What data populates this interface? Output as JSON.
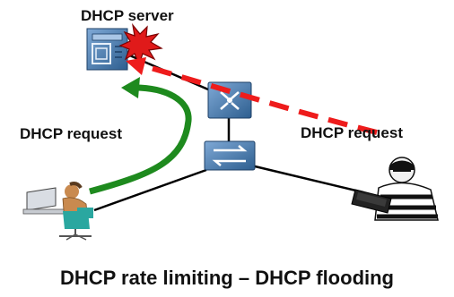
{
  "labels": {
    "server": "DHCP server",
    "request_left": "DHCP request",
    "request_right": "DHCP request",
    "caption": "DHCP rate limiting – DHCP flooding"
  },
  "colors": {
    "device_blue": "#4a7fb5",
    "device_blue_dark": "#2d5e8f",
    "legit_arrow": "#1e8a1e",
    "attack_arrow": "#ee1c1c",
    "link_line": "#000000",
    "burst": "#e01a1a"
  },
  "icons": [
    "server-icon",
    "burst-icon",
    "router-icon",
    "switch-icon",
    "user-workstation-icon",
    "attacker-icon"
  ]
}
